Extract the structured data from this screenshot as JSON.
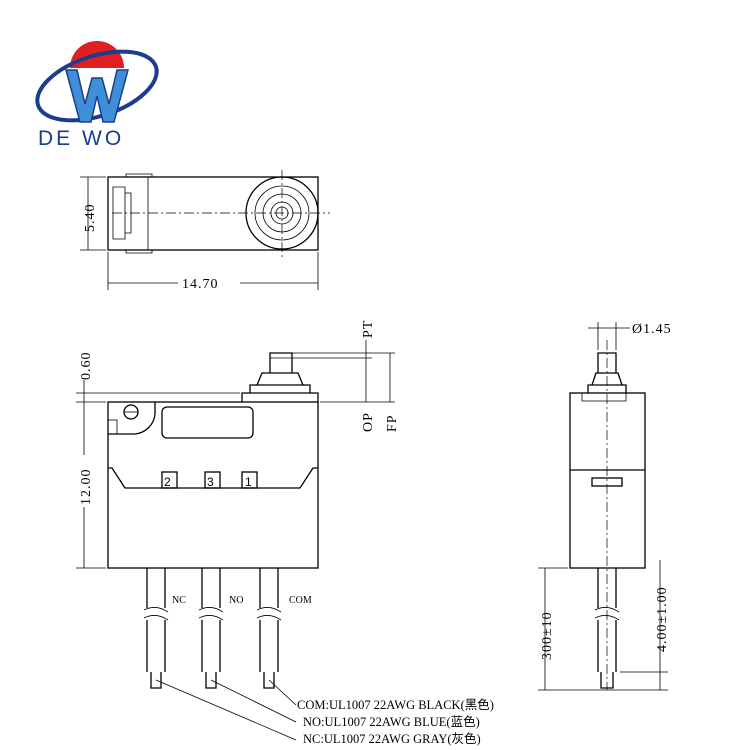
{
  "logo": {
    "text": "DE WO",
    "colors": {
      "red": "#e02020",
      "blue": "#1b3e8c",
      "light_blue": "#3f8fd8"
    }
  },
  "top_view": {
    "height_dim": "5.40",
    "length_dim": "14.70"
  },
  "front_view": {
    "dim_overtravel": "0.60",
    "dim_height": "12.00",
    "labels": {
      "pt": "PT",
      "op": "OP",
      "fp": "FP"
    },
    "terminals": [
      "2",
      "3",
      "1"
    ],
    "wire_labels": [
      "NC",
      "NO",
      "COM"
    ]
  },
  "side_view": {
    "diameter_dim": "Ø1.45",
    "wire_length_dim": "300±10",
    "strip_length_dim": "4.00±1.00"
  },
  "legend": [
    "COM:UL1007 22AWG BLACK(黑色)",
    "NO:UL1007 22AWG BLUE(蓝色)",
    "NC:UL1007 22AWG GRAY(灰色)"
  ]
}
